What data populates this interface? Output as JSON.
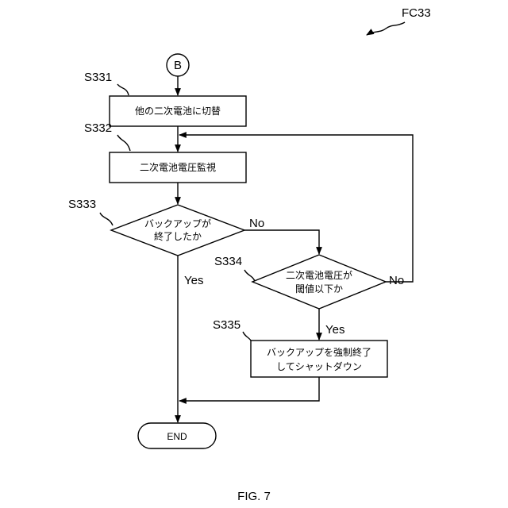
{
  "figure_id": "FC33",
  "connector": "B",
  "steps": {
    "s331": {
      "id": "S331",
      "text": "他の二次電池に切替"
    },
    "s332": {
      "id": "S332",
      "text": "二次電池電圧監視"
    },
    "s333": {
      "id": "S333",
      "line1": "バックアップが",
      "line2": "終了したか"
    },
    "s334": {
      "id": "S334",
      "line1": "二次電池電圧が",
      "line2": "閾値以下か"
    },
    "s335": {
      "id": "S335",
      "line1": "バックアップを強制終了",
      "line2": "してシャットダウン"
    }
  },
  "branches": {
    "s333_no": "No",
    "s333_yes": "Yes",
    "s334_no": "No",
    "s334_yes": "Yes"
  },
  "end_label": "END",
  "caption": "FIG. 7"
}
